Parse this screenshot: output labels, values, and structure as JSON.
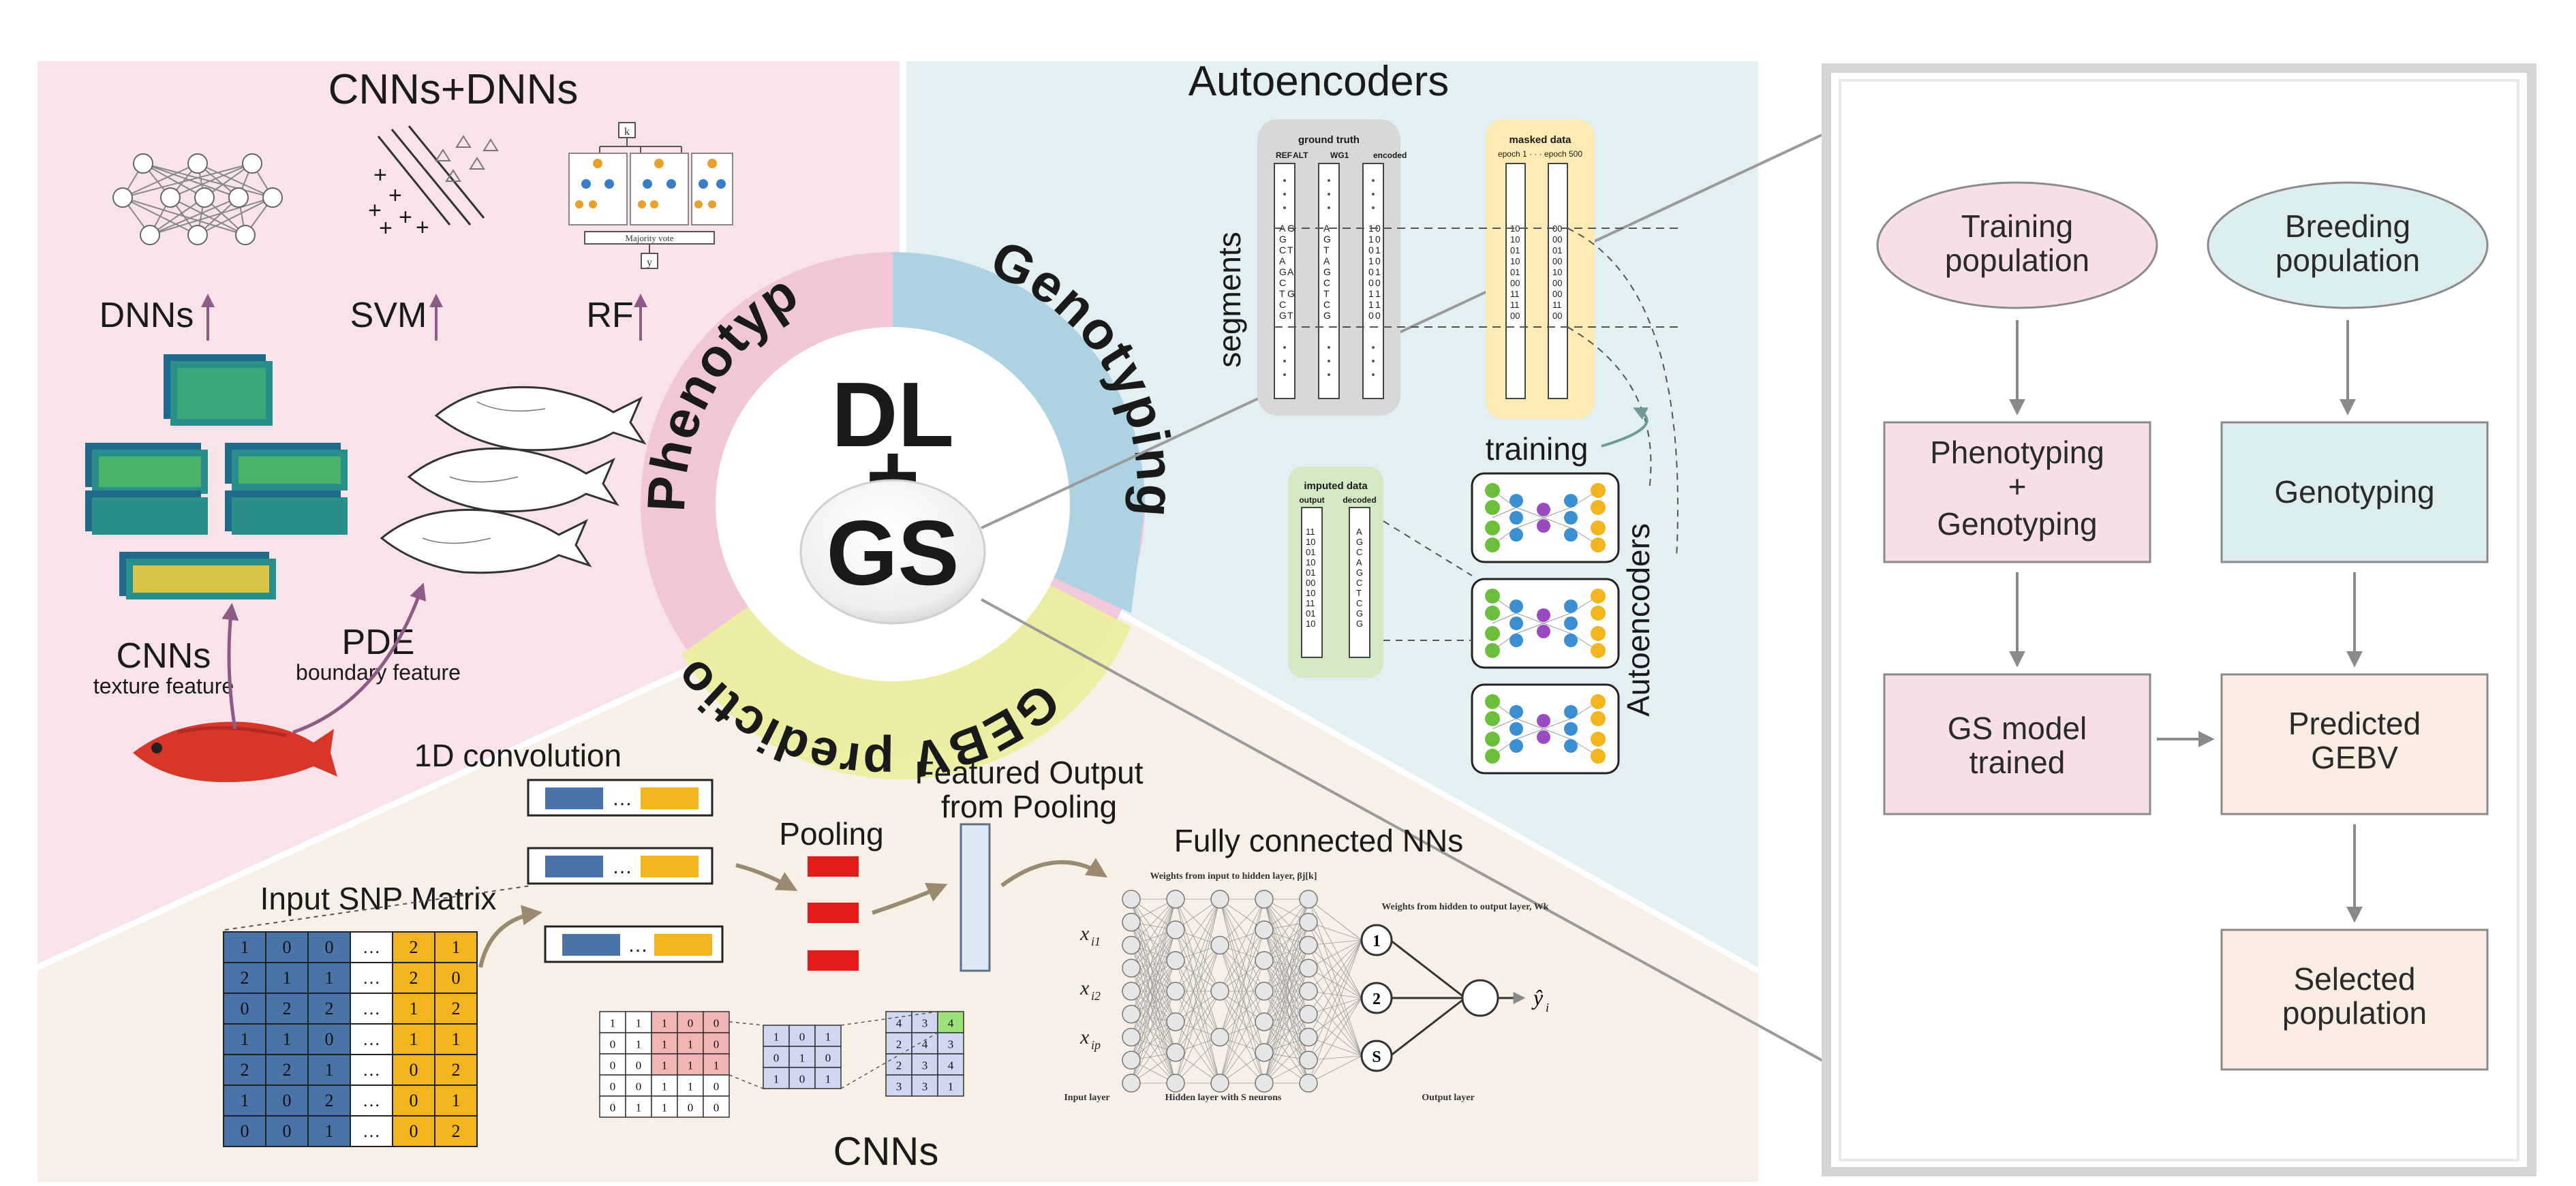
{
  "center": {
    "line1": "DL",
    "line2": "+",
    "line3": "GS"
  },
  "ring": {
    "phenotyping": "Phenotyping",
    "genotyping": "Genotyping",
    "gebv": "GEBV prediction"
  },
  "pink_panel": {
    "title": "CNNs+DNNs",
    "dnns": "DNNs",
    "svm": "SVM",
    "rf": "RF",
    "rf_caption": "Majority vote",
    "rf_top": "k",
    "rf_bottom": "y",
    "cnns": "CNNs",
    "cnns_sub": "texture feature",
    "pde": "PDE",
    "pde_sub": "boundary feature"
  },
  "blue_panel": {
    "title": "Autoencoders",
    "segments": "segments",
    "ground_truth": "ground truth",
    "ref": "REF",
    "alt": "ALT",
    "wg1": "WG1",
    "encoded": "encoded",
    "masked_data": "masked data",
    "epochs": "epoch 1 · · · epoch 500",
    "training": "training",
    "imputed_data": "imputed data",
    "output": "output",
    "decoded": "decoded",
    "autoencoders_side": "Autoencoders"
  },
  "cnn_panel": {
    "title": "CNNs",
    "conv": "1D convolution",
    "input": "Input SNP Matrix",
    "pooling": "Pooling",
    "featured_output_1": "Featured Output",
    "featured_output_2": "from Pooling",
    "fcnn": "Fully connected NNs",
    "dots": "…",
    "weights_in": "Weights from input to hidden layer, βj[k]",
    "weights_out": "Weights from hidden to output layer, Wk",
    "input_layer": "Input layer",
    "hidden_layer": "Hidden layer with S neurons",
    "output_layer": "Output layer",
    "x1": "x",
    "x1_sub": "i1",
    "x2_sub": "i2",
    "xp_sub": "ip",
    "y_hat": "ŷ",
    "y_sub": "i",
    "n1": "1",
    "n2": "2",
    "ns": "S",
    "snp_matrix": [
      [
        "1",
        "0",
        "0",
        "…",
        "2",
        "1"
      ],
      [
        "2",
        "1",
        "1",
        "…",
        "2",
        "0"
      ],
      [
        "0",
        "2",
        "2",
        "…",
        "1",
        "2"
      ],
      [
        "1",
        "1",
        "0",
        "…",
        "1",
        "1"
      ],
      [
        "2",
        "2",
        "1",
        "…",
        "0",
        "2"
      ],
      [
        "1",
        "0",
        "2",
        "…",
        "0",
        "1"
      ],
      [
        "0",
        "0",
        "1",
        "…",
        "0",
        "2"
      ]
    ],
    "conv_input": [
      [
        "1",
        "1",
        "1",
        "0",
        "0"
      ],
      [
        "0",
        "1",
        "1",
        "1",
        "0"
      ],
      [
        "0",
        "0",
        "1",
        "1",
        "1"
      ],
      [
        "0",
        "0",
        "1",
        "1",
        "0"
      ],
      [
        "0",
        "1",
        "1",
        "0",
        "0"
      ]
    ],
    "kernel": [
      [
        "1",
        "0",
        "1"
      ],
      [
        "0",
        "1",
        "0"
      ],
      [
        "1",
        "0",
        "1"
      ]
    ],
    "conv_output": [
      [
        "4",
        "3",
        "4"
      ],
      [
        "2",
        "4",
        "3"
      ],
      [
        "2",
        "3",
        "4"
      ],
      [
        "3",
        "3",
        "1"
      ]
    ]
  },
  "flowchart": {
    "training_population": [
      "Training",
      "population"
    ],
    "breeding_population": [
      "Breeding",
      "population"
    ],
    "phenotyping_genotyping": [
      "Phenotyping",
      "+",
      "Genotyping"
    ],
    "genotyping": "Genotyping",
    "gs_model": [
      "GS model",
      "trained"
    ],
    "predicted_gebv": [
      "Predicted",
      "GEBV"
    ],
    "selected_population": [
      "Selected",
      "population"
    ]
  },
  "colors": {
    "pink_bg": "#f8e3ea",
    "blue_bg": "#e2f0f3",
    "peach_bg": "#f8f0e6",
    "flow_pink": "#f7dfe7",
    "flow_blue": "#dcedf0",
    "flow_peach": "#f9ece0",
    "snp_blue": "#4a73a8",
    "snp_yellow": "#f2b51d",
    "arrow_purple": "#8e5a86"
  }
}
